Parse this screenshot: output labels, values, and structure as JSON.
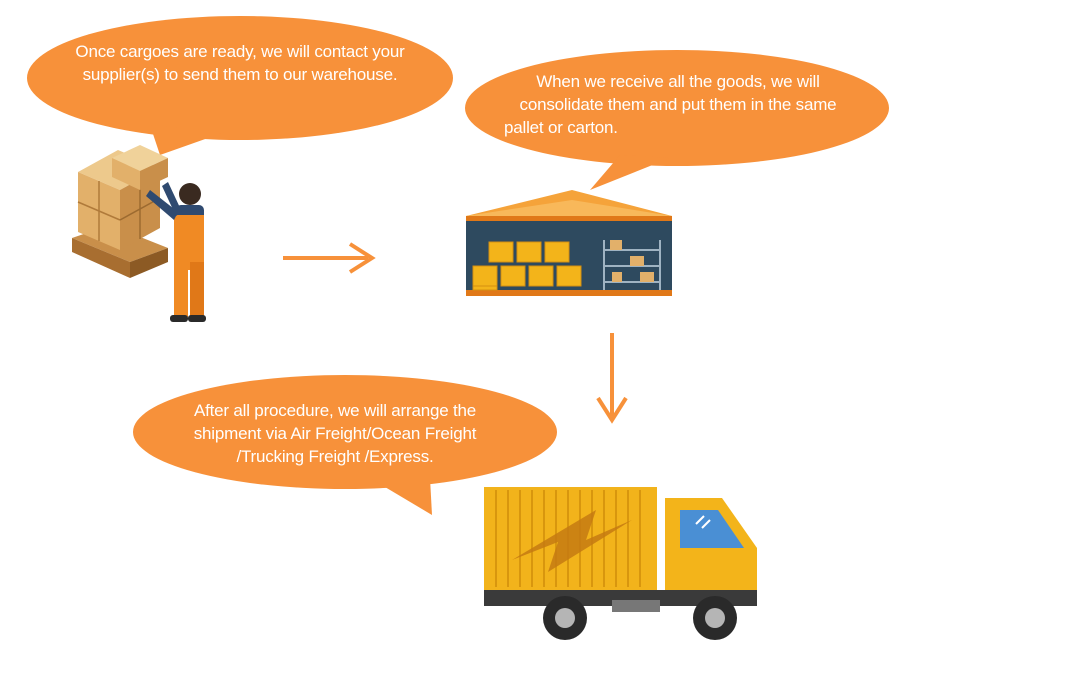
{
  "colors": {
    "bubble": "#f7913a",
    "arrow": "#f7913a",
    "box": "#e2b06a",
    "worker": "#f08a24",
    "warehouse_roof": "#f5a33a",
    "warehouse_wall": "#2e4a5f",
    "truck_container": "#f2b31b",
    "truck_cab": "#f3b41a",
    "window": "#4a8fd4"
  },
  "bubbles": [
    {
      "id": "supplier",
      "lines": [
        "Once cargoes are ready, we will contact your",
        "supplier(s) to send them to our warehouse."
      ]
    },
    {
      "id": "warehouse",
      "lines": [
        "When we receive all the goods, we will",
        "consolidate them and put them in the same",
        "pallet or carton."
      ]
    },
    {
      "id": "shipment",
      "lines": [
        "After all procedure, we will arrange the",
        "shipment via Air Freight/Ocean Freight",
        "/Trucking Freight /Express."
      ]
    }
  ],
  "icons": [
    "worker-with-boxes-icon",
    "warehouse-icon",
    "truck-icon",
    "arrow-right-icon",
    "arrow-down-icon"
  ]
}
